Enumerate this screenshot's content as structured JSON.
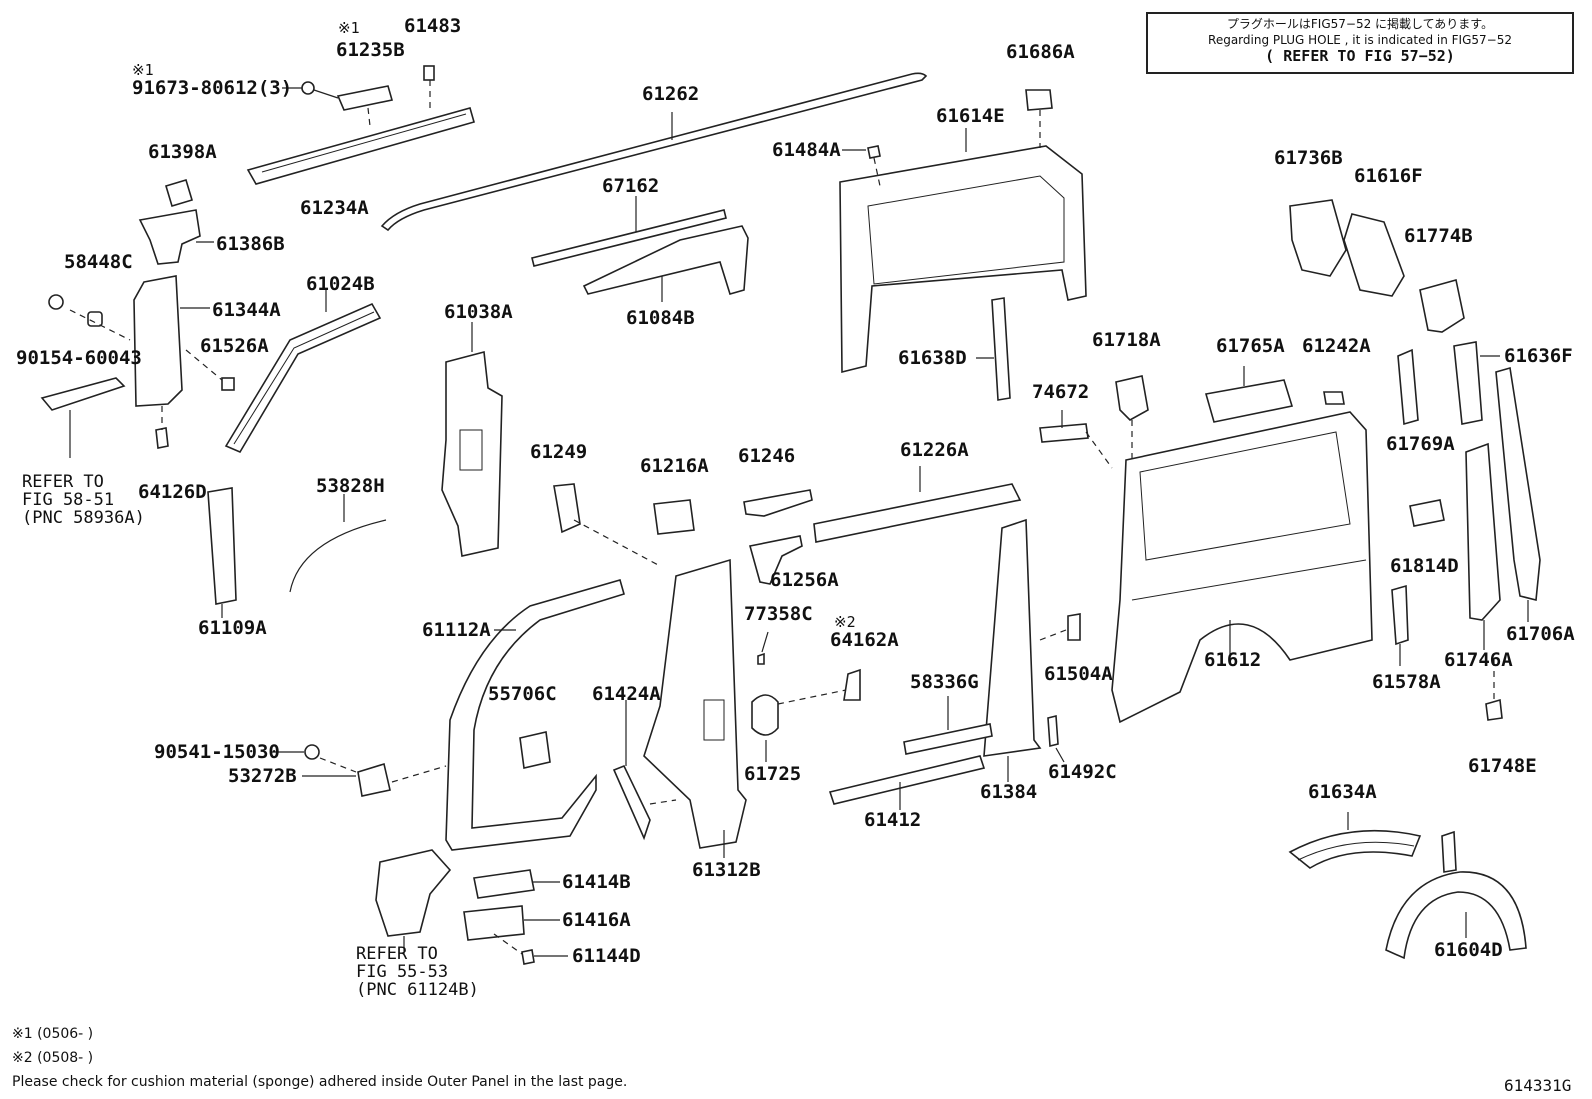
{
  "note": {
    "line1": "プラグホールはFIG57−52 に掲載してあります。",
    "line2": "Regarding PLUG HOLE , it is indicated in FIG57−52",
    "line3": "( REFER TO FIG 57−52)"
  },
  "labels": {
    "p61235B": "61235B",
    "p61483": "61483",
    "p91673": "91673-80612(3)",
    "mark1a": "※1",
    "mark1b": "※1",
    "p61262": "61262",
    "p61686A": "61686A",
    "p61614E": "61614E",
    "p61484A": "61484A",
    "p61398A": "61398A",
    "p61234A": "61234A",
    "p67162": "67162",
    "p61736B": "61736B",
    "p61616F": "61616F",
    "p61774B": "61774B",
    "p61386B": "61386B",
    "p58448C": "58448C",
    "p61344A": "61344A",
    "p61024B": "61024B",
    "p61084B": "61084B",
    "p90154": "90154-60043",
    "p61526A": "61526A",
    "p61038A": "61038A",
    "p61638D": "61638D",
    "p61718A": "61718A",
    "p61765A": "61765A",
    "p61242A": "61242A",
    "p61636F": "61636F",
    "p74672": "74672",
    "p61769A": "61769A",
    "p61249": "61249",
    "p61216A": "61216A",
    "p61246": "61246",
    "p61226A": "61226A",
    "p64126D": "64126D",
    "p53828H": "53828H",
    "p61814D": "61814D",
    "p61256A": "61256A",
    "p61109A": "61109A",
    "p61112A": "61112A",
    "p77358C": "77358C",
    "mark2": "※2",
    "p64162A": "64162A",
    "p61706A": "61706A",
    "p61612": "61612",
    "p61746A": "61746A",
    "p55706C": "55706C",
    "p61424A": "61424A",
    "p58336G": "58336G",
    "p61504A": "61504A",
    "p61578A": "61578A",
    "p90541": "90541-15030",
    "p53272B": "53272B",
    "p61725": "61725",
    "p61492C": "61492C",
    "p61748E": "61748E",
    "p61384": "61384",
    "p61634A": "61634A",
    "p61412": "61412",
    "p61312B": "61312B",
    "p61414B": "61414B",
    "p61416A": "61416A",
    "p61144D": "61144D",
    "p61604D": "61604D"
  },
  "refs": {
    "r1_l1": "REFER TO",
    "r1_l2": "FIG 58-51",
    "r1_l3": "(PNC 58936A)",
    "r2_l1": "REFER TO",
    "r2_l2": "FIG 55-53",
    "r2_l3": "(PNC 61124B)"
  },
  "footer": {
    "f1": "※1 (0506-      )",
    "f2": "※2 (0508-      )",
    "f3": "Please check for cushion material (sponge) adhered inside Outer Panel in the last page.",
    "fig_id": "614331G"
  }
}
